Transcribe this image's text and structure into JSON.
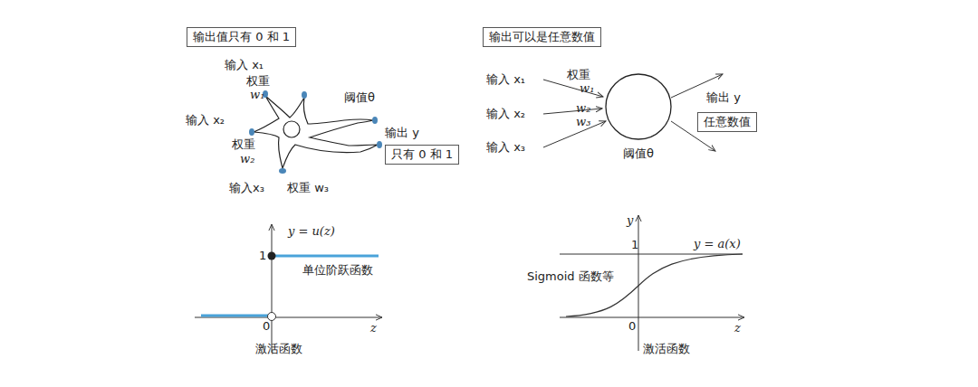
{
  "diagram": {
    "nodes": [
      {
        "text": [
          "输出值只有 0 和 1"
        ]
      },
      {
        "text": [
          "只有 0 和 1"
        ]
      },
      {
        "text": [
          "输出可以是任意数值"
        ]
      },
      {
        "text": [
          "阈值θ"
        ]
      },
      {
        "text": [
          "任意数值"
        ]
      }
    ],
    "labels": [
      "输入 x₁",
      "权重",
      "w₁",
      "阈值θ",
      "输入 x₂",
      "输出 y",
      "权重",
      "w₂",
      "输入x₃",
      "权重 w₃",
      "y = u(z)",
      "1",
      "单位阶跃函数",
      "0",
      "z",
      "激活函数",
      "输入 x₁",
      "权重",
      "w₁",
      "输入 x₂",
      "w₂",
      "w₃",
      "输入 x₃",
      "输出 y",
      "y",
      "1",
      "y = a(x)",
      "Sigmoid 函数等",
      "0",
      "z",
      "激活函数"
    ]
  }
}
